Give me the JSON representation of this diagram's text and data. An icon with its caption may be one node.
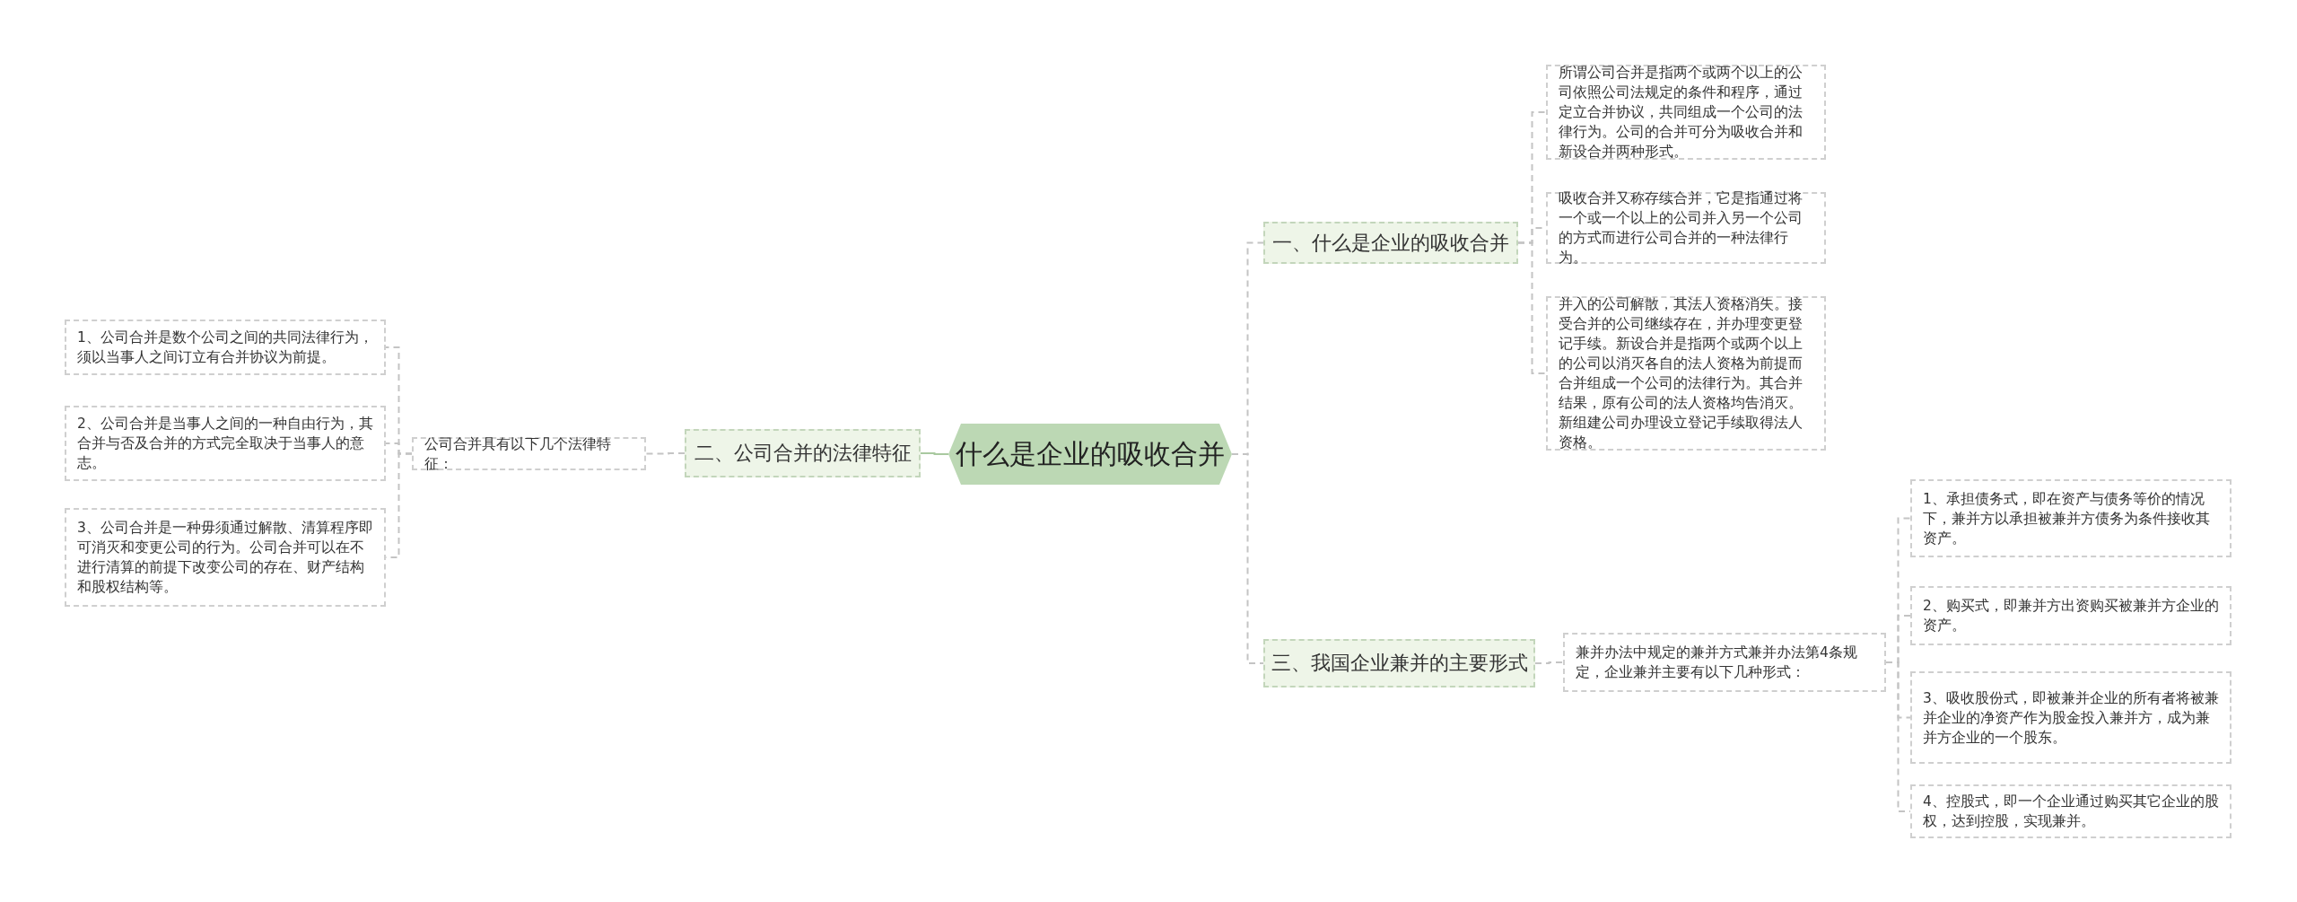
{
  "diagram": {
    "nodes": [
      {
        "text": [
          "什么是企业的吸收合并"
        ]
      },
      {
        "text": [
          "一、什么是企业的吸收合并"
        ]
      },
      {
        "text": [
          "所谓公司合并是指两个或两个以上的公司依照公司法规定的条件和程序，通过定立合并协议，共同组成一个公司的法律行为。公司的合并可分为吸收合并和新设合并两种形式。"
        ]
      },
      {
        "text": [
          "吸收合并又称存续合并，它是指通过将一个或一个以上的公司并入另一个公司的方式而进行公司合并的一种法律行为。"
        ]
      },
      {
        "text": [
          "并入的公司解散，其法人资格消失。接受合并的公司继续存在，并办理变更登记手续。新设合并是指两个或两个以上的公司以消灭各自的法人资格为前提而合并组成一个公司的法律行为。其合并结果，原有公司的法人资格均告消灭。新组建公司办理设立登记手续取得法人资格。"
        ]
      },
      {
        "text": [
          "二、公司合并的法律特征"
        ]
      },
      {
        "text": [
          "公司合并具有以下几个法律特征："
        ]
      },
      {
        "text": [
          "1、公司合并是数个公司之间的共同法律行为，须以当事人之间订立有合并协议为前提。"
        ]
      },
      {
        "text": [
          "2、公司合并是当事人之间的一种自由行为，其合并与否及合并的方式完全取决于当事人的意志。"
        ]
      },
      {
        "text": [
          "3、公司合并是一种毋须通过解散、清算程序即可消灭和变更公司的行为。公司合并可以在不进行清算的前提下改变公司的存在、财产结构和股权结构等。"
        ]
      },
      {
        "text": [
          "三、我国企业兼并的主要形式"
        ]
      },
      {
        "text": [
          "兼并办法中规定的兼并方式兼并办法第4条规定，企业兼并主要有以下几种形式："
        ]
      },
      {
        "text": [
          "1、承担债务式，即在资产与债务等价的情况下，兼并方以承担被兼并方债务为条件接收其资产。"
        ]
      },
      {
        "text": [
          "2、购买式，即兼并方出资购买被兼并方企业的资产。"
        ]
      },
      {
        "text": [
          "3、吸收股份式，即被兼并企业的所有者将被兼并企业的净资产作为股金投入兼并方，成为兼并方企业的一个股东。"
        ]
      },
      {
        "text": [
          "4、控股式，即一个企业通过购买其它企业的股权，达到控股，实现兼并。"
        ]
      }
    ],
    "edges": [
      {
        "from": 0,
        "to": 1,
        "arrow": "none",
        "style": "dashed"
      },
      {
        "from": 1,
        "to": 2,
        "arrow": "none",
        "style": "dashed"
      },
      {
        "from": 1,
        "to": 3,
        "arrow": "none",
        "style": "dashed"
      },
      {
        "from": 1,
        "to": 4,
        "arrow": "none",
        "style": "dashed"
      },
      {
        "from": 0,
        "to": 5,
        "arrow": "none",
        "color": "#a9c9a0"
      },
      {
        "from": 5,
        "to": 6,
        "arrow": "none",
        "style": "dashed"
      },
      {
        "from": 6,
        "to": 7,
        "arrow": "none",
        "style": "dashed"
      },
      {
        "from": 6,
        "to": 8,
        "arrow": "none",
        "style": "dashed"
      },
      {
        "from": 6,
        "to": 9,
        "arrow": "none",
        "style": "dashed"
      },
      {
        "from": 0,
        "to": 10,
        "arrow": "none",
        "style": "dashed"
      },
      {
        "from": 10,
        "to": 11,
        "arrow": "none",
        "style": "dashed"
      },
      {
        "from": 11,
        "to": 12,
        "arrow": "none",
        "style": "dashed"
      },
      {
        "from": 11,
        "to": 13,
        "arrow": "none",
        "style": "dashed"
      },
      {
        "from": 11,
        "to": 14,
        "arrow": "none",
        "style": "dashed"
      },
      {
        "from": 11,
        "to": 15,
        "arrow": "none",
        "style": "dashed"
      }
    ]
  }
}
